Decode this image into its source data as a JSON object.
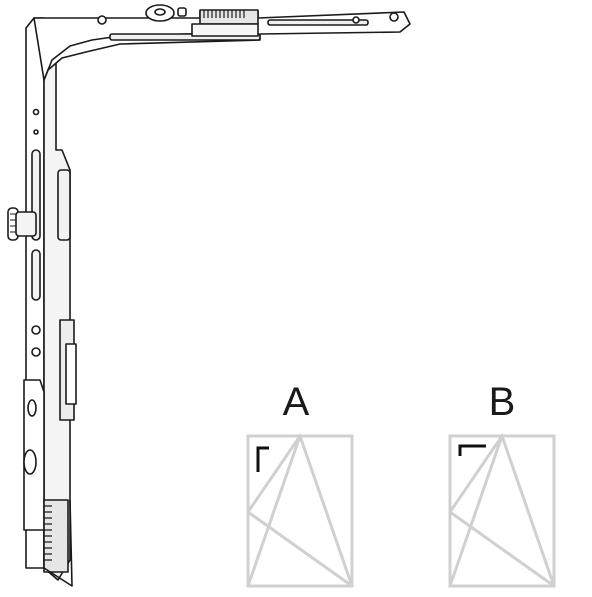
{
  "variants": [
    {
      "label": "A",
      "corner": "vertical"
    },
    {
      "label": "B",
      "corner": "horizontal"
    }
  ],
  "colors": {
    "line": "#1a1a1a",
    "frame": "#d0d0d0",
    "fill": "#ffffff",
    "shade": "#e6e6e6"
  },
  "icons": [
    "corner-hardware-drawing",
    "window-diagram-icon"
  ]
}
